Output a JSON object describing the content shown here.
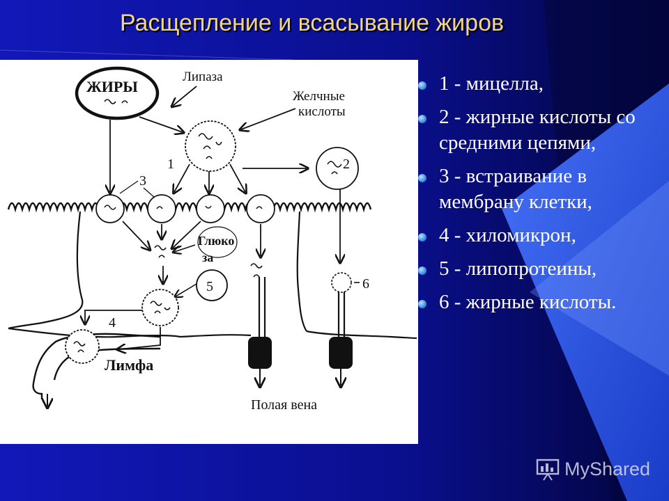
{
  "slide": {
    "title": "Расщепление и всасывание жиров",
    "colors": {
      "background": "#0b0f9a",
      "title": "#f0d488",
      "accent_panel": "#2b55e8",
      "bullet": "#3d8fe0"
    }
  },
  "diagram": {
    "labels": {
      "fats": "ЖИРЫ",
      "lipase": "Липаза",
      "bile_line1": "Желчные",
      "bile_line2": "кислоты",
      "n1": "1",
      "n2": "2",
      "n3": "3",
      "n4": "4",
      "n5": "5",
      "n6": "6",
      "gluco_line1": "Глюко",
      "gluco_line2": "за",
      "lymph": "Лимфа",
      "portal_vein": "Полая вена"
    }
  },
  "legend": {
    "items": [
      "1 - мицелла,",
      "2 - жирные кислоты со средними цепями,",
      "3 - встраивание в мембрану клетки,",
      "4 - хиломикрон,",
      "5 - липопротеины,",
      "6 - жирные кислоты."
    ]
  },
  "watermark": {
    "text": "MyShared",
    "icon": "presentation-board-icon"
  }
}
